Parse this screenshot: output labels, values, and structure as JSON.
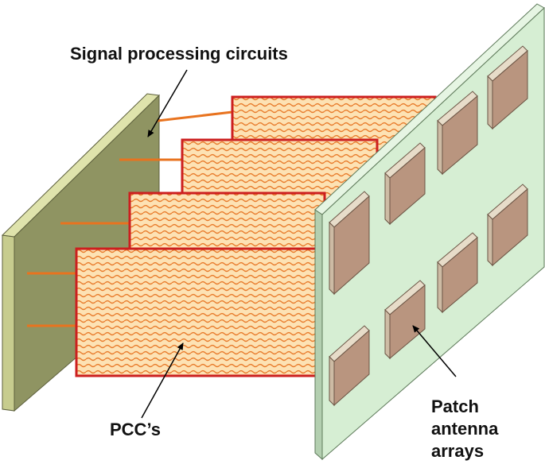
{
  "labels": {
    "signal_processing": "Signal processing circuits",
    "pcc": "PCC’s",
    "patch_line1": "Patch",
    "patch_line2": "antenna",
    "patch_line3": "arrays"
  },
  "colors": {
    "processing_board": "#8f9462",
    "processing_board_edge": "#c7cc8e",
    "pcc_fill": "#fde2b4",
    "pcc_wave": "#e87a2a",
    "pcc_border": "#cc1f1f",
    "connector": "#e8731f",
    "antenna_board_face": "#d6eed3",
    "antenna_board_edge": "#b3cfb0",
    "patch_face": "#b9957f",
    "patch_side": "#e7dcc9",
    "arrow": "#000000"
  },
  "icons": [
    "arrow-pointer"
  ]
}
